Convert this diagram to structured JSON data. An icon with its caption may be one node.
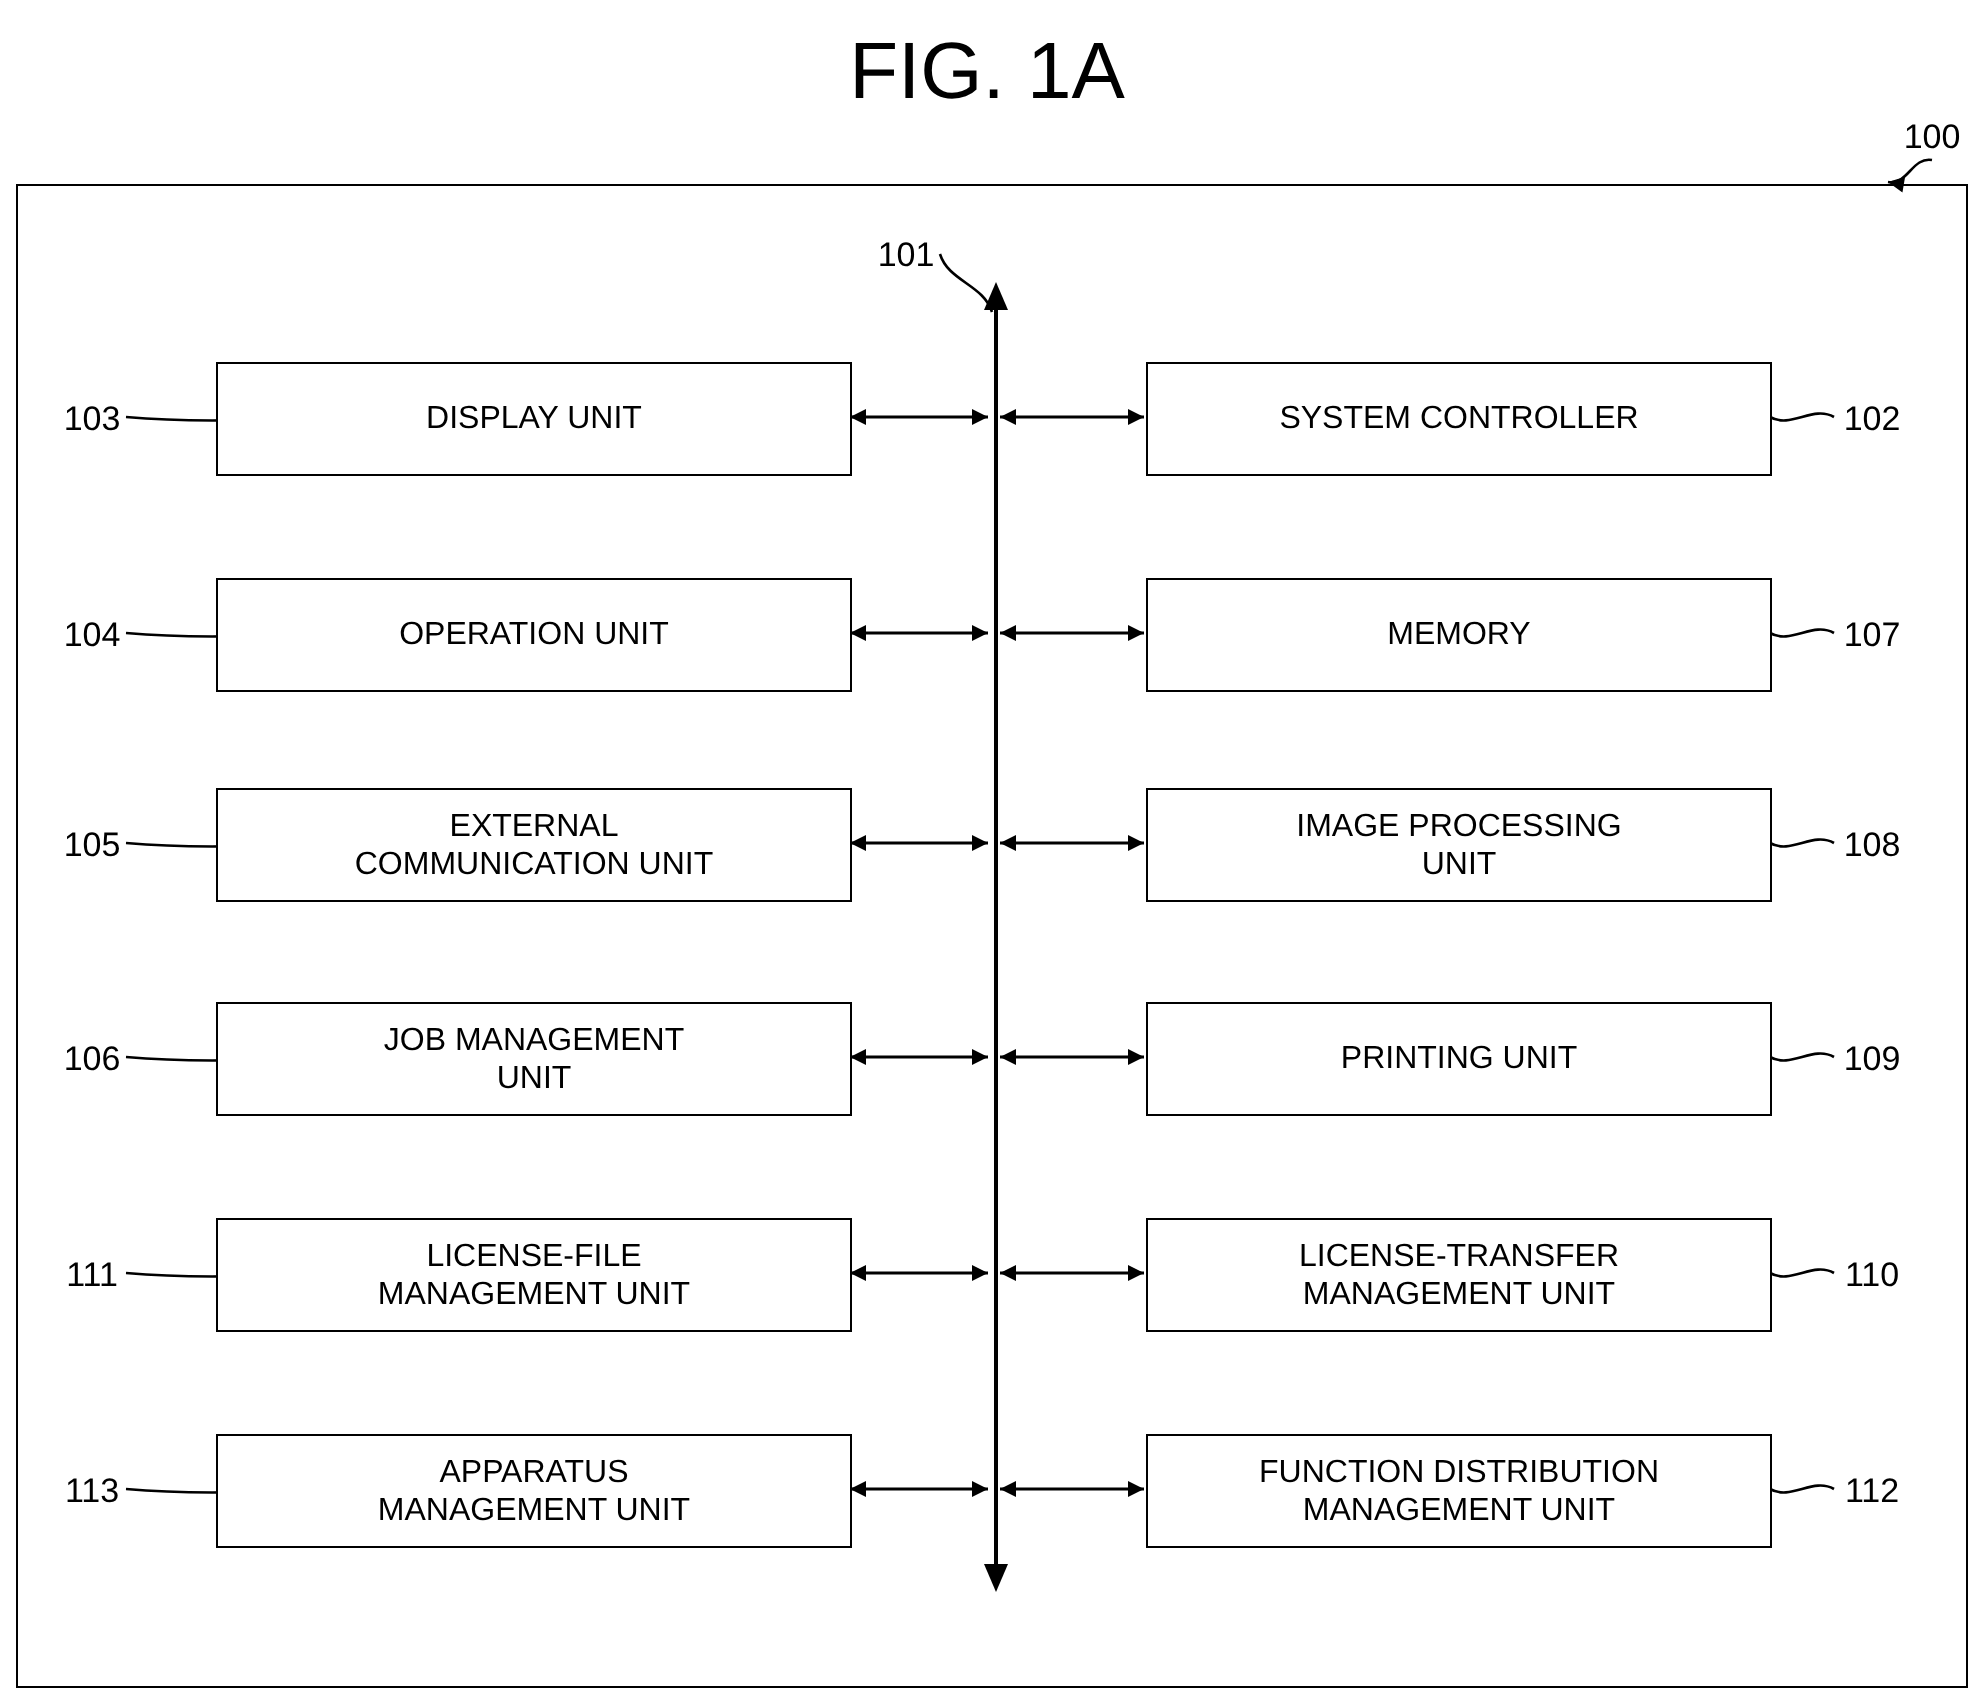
{
  "diagram": {
    "title": "FIG. 1A",
    "nodes": [
      {
        "text": [],
        "shape": "box"
      },
      {
        "text": [],
        "shape": "bar",
        "in": 0
      },
      {
        "text": [
          "DISPLAY UNIT"
        ],
        "in": 0
      },
      {
        "text": [
          "SYSTEM CONTROLLER"
        ],
        "in": 0
      },
      {
        "text": [
          "OPERATION UNIT"
        ],
        "in": 0
      },
      {
        "text": [
          "MEMORY"
        ],
        "in": 0
      },
      {
        "text": [
          "EXTERNAL COMMUNICATION UNIT"
        ],
        "in": 0
      },
      {
        "text": [
          "IMAGE PROCESSING UNIT"
        ],
        "in": 0
      },
      {
        "text": [
          "JOB MANAGEMENT UNIT"
        ],
        "in": 0
      },
      {
        "text": [
          "PRINTING UNIT"
        ],
        "in": 0
      },
      {
        "text": [
          "LICENSE-FILE MANAGEMENT UNIT"
        ],
        "in": 0
      },
      {
        "text": [
          "LICENSE-TRANSFER MANAGEMENT UNIT"
        ],
        "in": 0
      },
      {
        "text": [
          "APPARATUS MANAGEMENT UNIT"
        ],
        "in": 0
      },
      {
        "text": [
          "FUNCTION DISTRIBUTION MANAGEMENT UNIT"
        ],
        "in": 0
      },
      {
        "text": [
          "100"
        ]
      },
      {
        "text": [
          "101"
        ],
        "in": 0
      },
      {
        "text": [
          "103"
        ],
        "in": 0
      },
      {
        "text": [
          "102"
        ],
        "in": 0
      },
      {
        "text": [
          "104"
        ],
        "in": 0
      },
      {
        "text": [
          "107"
        ],
        "in": 0
      },
      {
        "text": [
          "105"
        ],
        "in": 0
      },
      {
        "text": [
          "108"
        ],
        "in": 0
      },
      {
        "text": [
          "106"
        ],
        "in": 0
      },
      {
        "text": [
          "109"
        ],
        "in": 0
      },
      {
        "text": [
          "111"
        ],
        "in": 0
      },
      {
        "text": [
          "110"
        ],
        "in": 0
      },
      {
        "text": [
          "113"
        ],
        "in": 0
      },
      {
        "text": [
          "112"
        ],
        "in": 0
      }
    ],
    "edges": [
      {
        "from": 2,
        "to": 1,
        "arrow": "both"
      },
      {
        "from": 3,
        "to": 1,
        "arrow": "both"
      },
      {
        "from": 4,
        "to": 1,
        "arrow": "both"
      },
      {
        "from": 5,
        "to": 1,
        "arrow": "both"
      },
      {
        "from": 6,
        "to": 1,
        "arrow": "both"
      },
      {
        "from": 7,
        "to": 1,
        "arrow": "both"
      },
      {
        "from": 8,
        "to": 1,
        "arrow": "both"
      },
      {
        "from": 9,
        "to": 1,
        "arrow": "both"
      },
      {
        "from": 10,
        "to": 1,
        "arrow": "both"
      },
      {
        "from": 11,
        "to": 1,
        "arrow": "both"
      },
      {
        "from": 12,
        "to": 1,
        "arrow": "both"
      },
      {
        "from": 13,
        "to": 1,
        "arrow": "both"
      },
      {
        "from": 14,
        "to": 0,
        "arrow": "to"
      },
      {
        "from": 15,
        "to": 1,
        "arrow": "none"
      },
      {
        "from": 16,
        "to": 2,
        "arrow": "none"
      },
      {
        "from": 17,
        "to": 3,
        "arrow": "none"
      },
      {
        "from": 18,
        "to": 4,
        "arrow": "none"
      },
      {
        "from": 19,
        "to": 5,
        "arrow": "none"
      },
      {
        "from": 20,
        "to": 6,
        "arrow": "none"
      },
      {
        "from": 21,
        "to": 7,
        "arrow": "none"
      },
      {
        "from": 22,
        "to": 8,
        "arrow": "none"
      },
      {
        "from": 23,
        "to": 9,
        "arrow": "none"
      },
      {
        "from": 24,
        "to": 10,
        "arrow": "none"
      },
      {
        "from": 25,
        "to": 11,
        "arrow": "none"
      },
      {
        "from": 26,
        "to": 12,
        "arrow": "none"
      },
      {
        "from": 27,
        "to": 13,
        "arrow": "none"
      }
    ]
  }
}
